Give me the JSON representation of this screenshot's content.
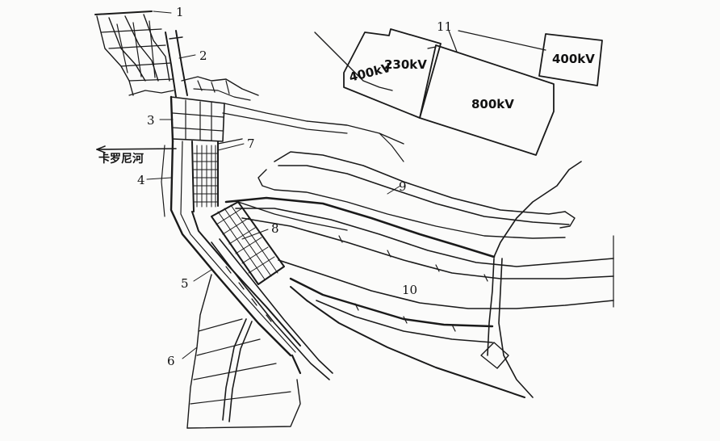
{
  "callouts": [
    "1",
    "2",
    "3",
    "4",
    "5",
    "6",
    "7",
    "8",
    "9",
    "10",
    "11"
  ],
  "river_label": "卡罗尼河",
  "substations": {
    "a": "230kV",
    "b": "400kV",
    "c": "800kV",
    "d": "400kV"
  },
  "colors": {
    "ink": "#1a1a1a",
    "paper": "#fbfbfa"
  }
}
